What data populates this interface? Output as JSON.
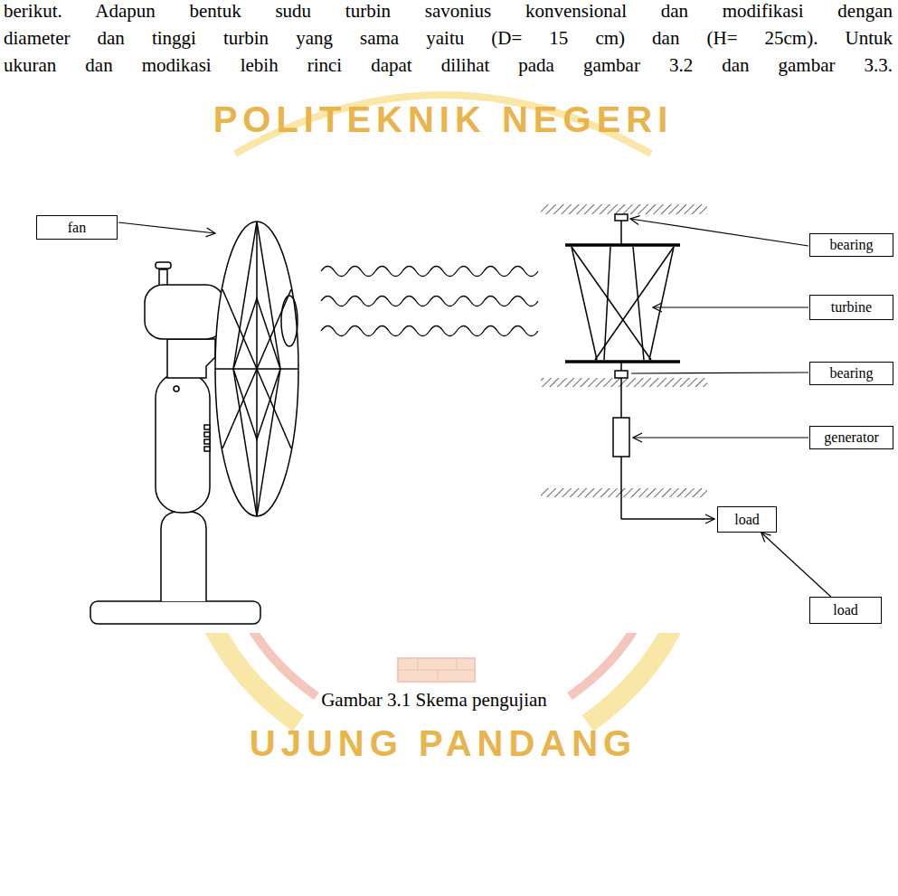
{
  "diagram": {
    "caption": "Gambar 3.1 Skema pengujian",
    "nodes": [
      {
        "text": [
          "fan"
        ]
      },
      {
        "text": [
          "bearing"
        ]
      },
      {
        "text": [
          "turbine"
        ]
      },
      {
        "text": [
          "bearing"
        ]
      },
      {
        "text": [
          "generator"
        ]
      },
      {
        "text": [
          "load"
        ]
      },
      {
        "text": [
          "load"
        ]
      }
    ],
    "edges": [
      {
        "from": 6,
        "to": 5,
        "arrow": "to"
      }
    ],
    "labels": [
      "berikut. Adapun bentuk sudu turbin savonius konvensional dan modifikasi dengan",
      "diameter dan tinggi turbin yang sama yaitu (D= 15 cm) dan (H= 25cm). Untuk",
      "ukuran dan modikasi lebih rinci dapat dilihat pada gambar 3.2 dan gambar 3.3.",
      "POLITEKNIK NEGERI",
      "UJUNG PANDANG"
    ]
  }
}
